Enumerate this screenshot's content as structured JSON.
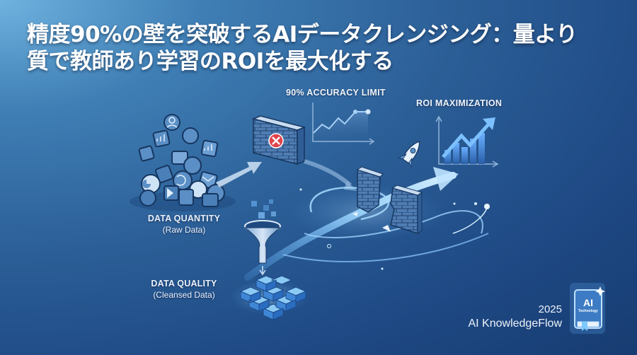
{
  "title": {
    "line1": "精度90%の壁を突破するAIデータクレンジング：量より",
    "line2": "質で教師あり学習のROIを最大化する"
  },
  "sections": {
    "data_quantity": {
      "label": "DATA QUANTITY",
      "sub": "(Raw Data)"
    },
    "data_quality": {
      "label": "DATA QUALITY",
      "sub": "(Cleansed Data)"
    },
    "accuracy_limit": {
      "label": "90% ACCURACY LIMIT"
    },
    "roi": {
      "label": "ROI MAXIMIZATION"
    }
  },
  "badge": {
    "book_title": "AI",
    "book_subtitle": "Technology"
  },
  "footer": {
    "year": "2025",
    "brand": "AI KnowledgeFlow"
  },
  "icons": [
    "user-icon",
    "bar-chart-icon",
    "line-chart-icon",
    "folder-icon",
    "scatter-icon",
    "puzzle-icon",
    "pie-chart-icon",
    "refresh-icon",
    "mail-icon",
    "database-icon",
    "gear-icon",
    "cloud-icon",
    "play-icon",
    "image-icon",
    "brick-wall-icon",
    "error-x-icon",
    "rocket-icon",
    "funnel-icon",
    "cube-grid-icon",
    "book-icon"
  ],
  "colors": {
    "background_dark": "#173c72",
    "background_light": "#6fb2df",
    "accent_glow": "#7cc8ff",
    "error_red": "#e0434b",
    "icon_fill": "#4a7fb8"
  }
}
